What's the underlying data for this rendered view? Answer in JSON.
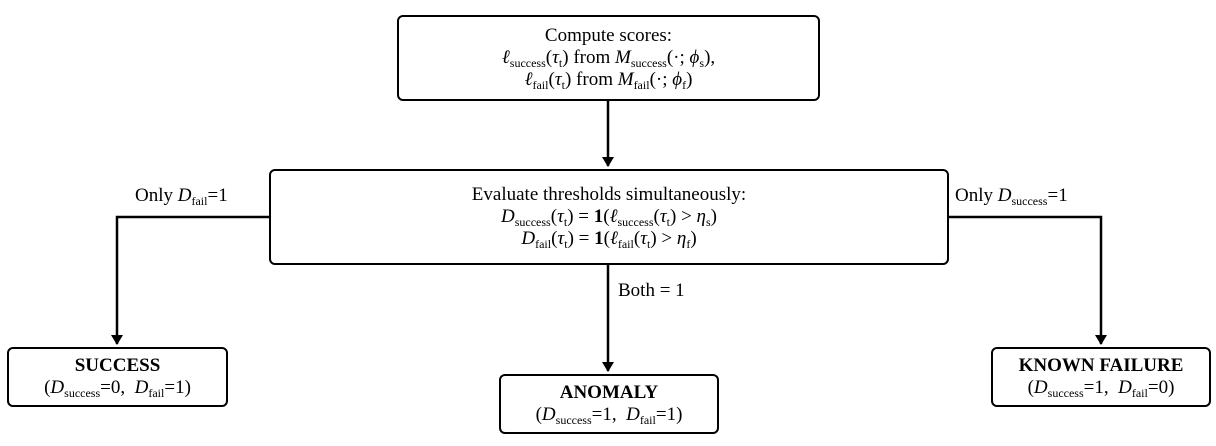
{
  "nodes": {
    "compute": {
      "title": "Compute scores:",
      "line1": "ℓsuccess(τt) from Msuccess(·; ϕs),",
      "line2": "ℓfail(τt) from Mfail(·; ϕf)"
    },
    "evaluate": {
      "title": "Evaluate thresholds simultaneously:",
      "line1": "Dsuccess(τt) = 1(ℓsuccess(τt) > ηs)",
      "line2": "Dfail(τt) = 1(ℓfail(τt) > ηf)"
    },
    "success": {
      "title": "SUCCESS",
      "line": "(Dsuccess=0, Dfail=1)"
    },
    "anomaly": {
      "title": "ANOMALY",
      "line": "(Dsuccess=1, Dfail=1)"
    },
    "known_failure": {
      "title": "KNOWN FAILURE",
      "line": "(Dsuccess=1, Dfail=0)"
    }
  },
  "edges": {
    "compute_to_evaluate": "",
    "to_success": "Only Dfail=1",
    "to_anomaly": "Both = 1",
    "to_known_failure": "Only Dsuccess=1"
  }
}
